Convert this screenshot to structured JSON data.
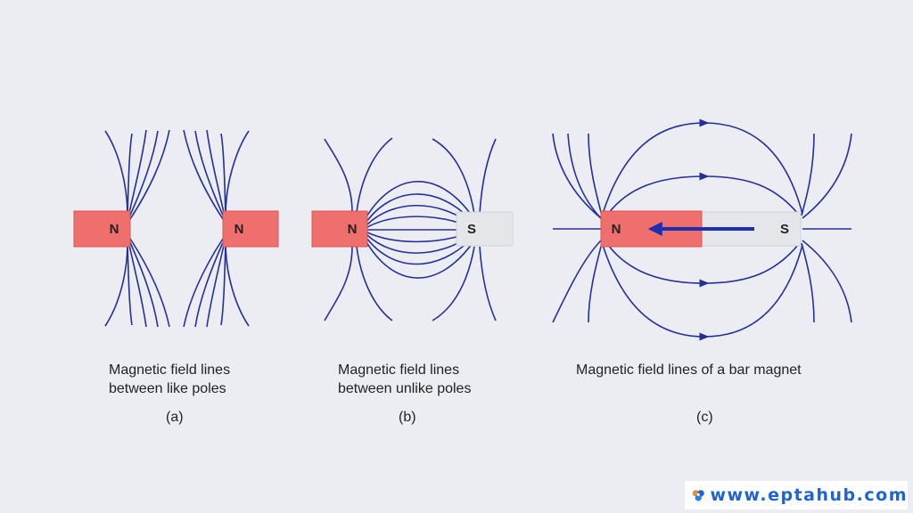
{
  "panels": [
    {
      "id": "a",
      "caption_line1": "Magnetic field lines",
      "caption_line2": "between like poles",
      "label": "(a)",
      "magnet_left_pole": "N",
      "magnet_right_pole": "N"
    },
    {
      "id": "b",
      "caption_line1": "Magnetic field lines",
      "caption_line2": "between unlike poles",
      "label": "(b)",
      "magnet_left_pole": "N",
      "magnet_right_pole": "S"
    },
    {
      "id": "c",
      "caption_line1": "Magnetic field lines of a bar magnet",
      "label": "(c)",
      "magnet_left_pole": "N",
      "magnet_right_pole": "S"
    }
  ],
  "watermark": {
    "text": "www.eptahub.com"
  },
  "colors": {
    "north": "#ef6f6c",
    "south": "#e4e6ea",
    "field_line": "#24309a",
    "background": "#ebedf2"
  }
}
